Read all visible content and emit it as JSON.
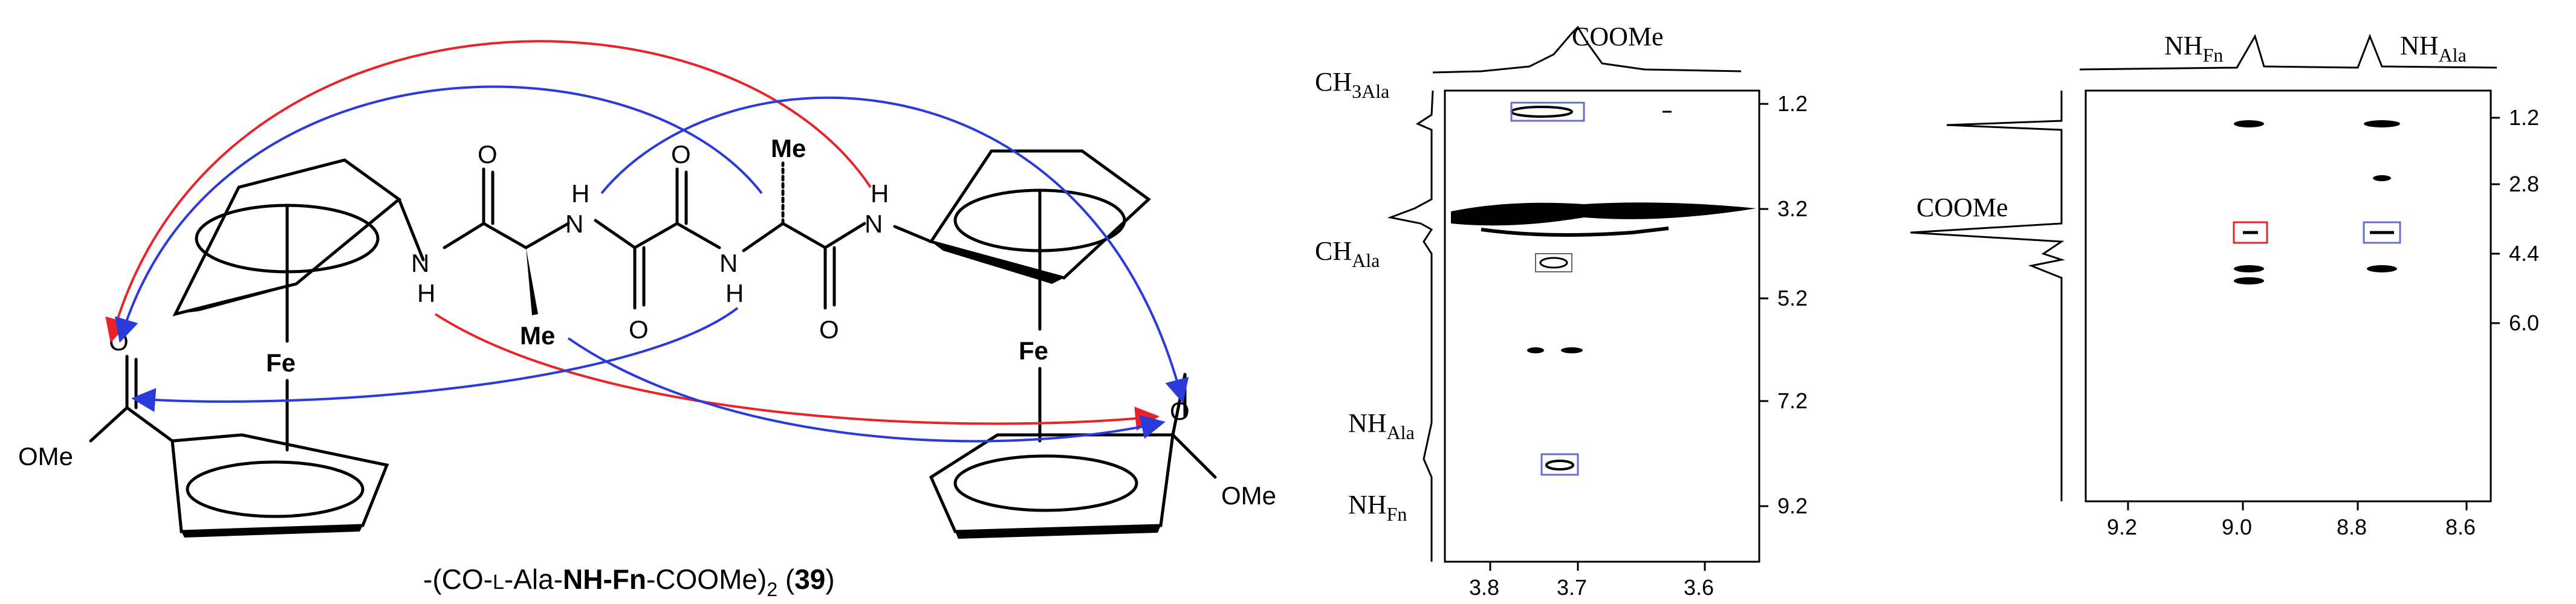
{
  "structure": {
    "caption_prefix": "-(CO-",
    "caption_config": "L",
    "caption_mid": "-Ala-",
    "caption_bold1": "NH-Fn",
    "caption_suffix": "-COOMe)",
    "caption_sub": "2",
    "caption_open": " (",
    "caption_compound": "39",
    "caption_close": ")",
    "atoms": {
      "fe": "Fe",
      "o": "O",
      "h": "H",
      "n": "N",
      "me": "Me",
      "ome": "OMe"
    },
    "arrow_colors": {
      "red": "#e8242a",
      "blue": "#2b3bd9"
    }
  },
  "spectrum1": {
    "projection_label": "COOMe",
    "y_ticks": [
      "1.2",
      "3.2",
      "5.2",
      "7.2",
      "9.2"
    ],
    "x_ticks": [
      "3.8",
      "3.7",
      "3.6"
    ],
    "labels": [
      {
        "main": "CH",
        "sub": "3Ala"
      },
      {
        "main": "CH",
        "sub": "Ala"
      },
      {
        "main": "NH",
        "sub": "Ala"
      },
      {
        "main": "NH",
        "sub": "Fn"
      }
    ]
  },
  "spectrum2": {
    "projection_labels": [
      {
        "main": "NH",
        "sub": "Fn"
      },
      {
        "main": "NH",
        "sub": "Ala"
      }
    ],
    "y_ticks": [
      "1.2",
      "2.8",
      "4.4",
      "6.0"
    ],
    "x_ticks": [
      "9.2",
      "9.0",
      "8.8",
      "8.6"
    ],
    "side_label": "COOMe"
  }
}
